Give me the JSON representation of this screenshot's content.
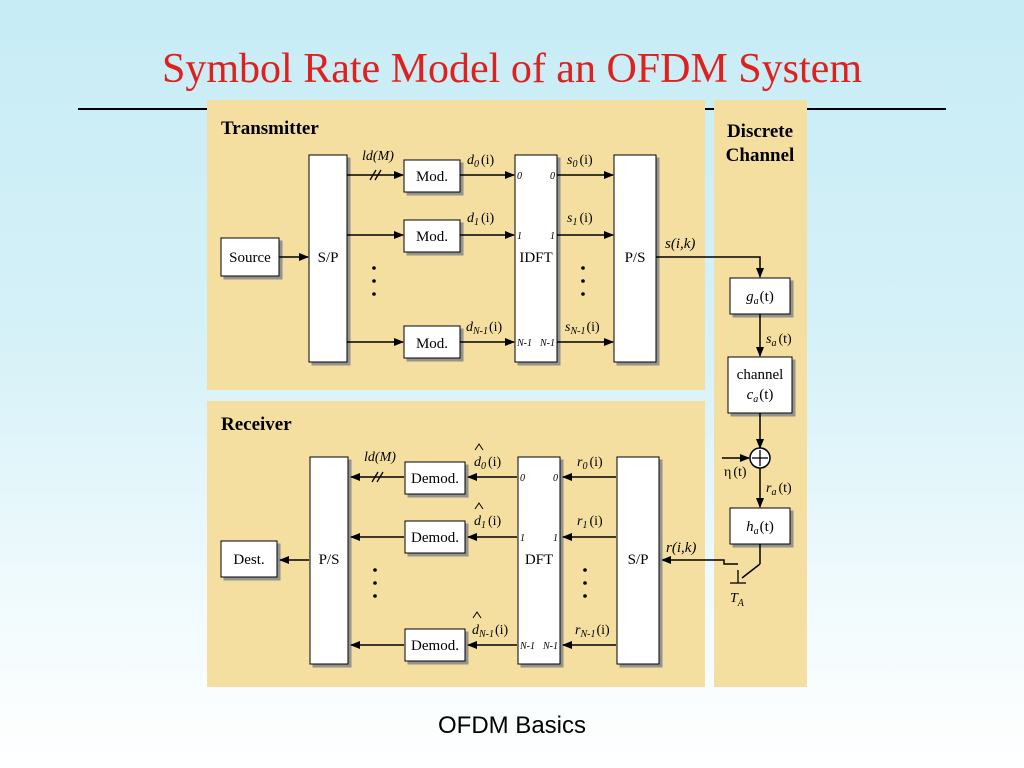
{
  "slide": {
    "title": "Symbol Rate Model of an OFDM System",
    "footer": "OFDM Basics"
  },
  "colors": {
    "title": "#e0201c",
    "panel": "#f4dfa0",
    "block_fill": "#ffffff",
    "line": "#000000"
  },
  "transmitter": {
    "heading": "Transmitter",
    "source": "Source",
    "serial_to_parallel": "S/P",
    "bits_label": "ld(M)",
    "modulator": "Mod.",
    "transform": "IDFT",
    "parallel_to_serial": "P/S",
    "output": "s(i,k)",
    "branches": [
      {
        "index_label": "0",
        "d": "d",
        "d_sub": "0",
        "s": "s",
        "s_sub": "0",
        "arg": "(i)"
      },
      {
        "index_label": "1",
        "d": "d",
        "d_sub": "1",
        "s": "s",
        "s_sub": "1",
        "arg": "(i)"
      },
      {
        "index_label": "N-1",
        "d": "d",
        "d_sub": "N-1",
        "s": "s",
        "s_sub": "N-1",
        "arg": "(i)"
      }
    ]
  },
  "channel": {
    "heading_line1": "Discrete",
    "heading_line2": "Channel",
    "tx_filter": {
      "name": "g",
      "sub": "a",
      "arg": "(t)"
    },
    "tx_signal": {
      "name": "s",
      "sub": "a",
      "arg": "(t)"
    },
    "channel_block_word": "channel",
    "channel_impulse": {
      "name": "c",
      "sub": "a",
      "arg": "(t)"
    },
    "noise": {
      "name": "η",
      "arg": "(t)"
    },
    "rx_signal": {
      "name": "r",
      "sub": "a",
      "arg": "(t)"
    },
    "rx_filter": {
      "name": "h",
      "sub": "a",
      "arg": "(t)"
    },
    "sampler": {
      "name": "T",
      "sub": "A"
    }
  },
  "receiver": {
    "heading": "Receiver",
    "destination": "Dest.",
    "parallel_to_serial": "P/S",
    "bits_label": "ld(M)",
    "demodulator": "Demod.",
    "transform": "DFT",
    "serial_to_parallel": "S/P",
    "input": "r(i,k)",
    "branches": [
      {
        "index_label": "0",
        "d": "d",
        "d_sub": "0",
        "r": "r",
        "r_sub": "0",
        "arg": "(i)"
      },
      {
        "index_label": "1",
        "d": "d",
        "d_sub": "1",
        "r": "r",
        "r_sub": "1",
        "arg": "(i)"
      },
      {
        "index_label": "N-1",
        "d": "d",
        "d_sub": "N-1",
        "r": "r",
        "r_sub": "N-1",
        "arg": "(i)"
      }
    ]
  }
}
